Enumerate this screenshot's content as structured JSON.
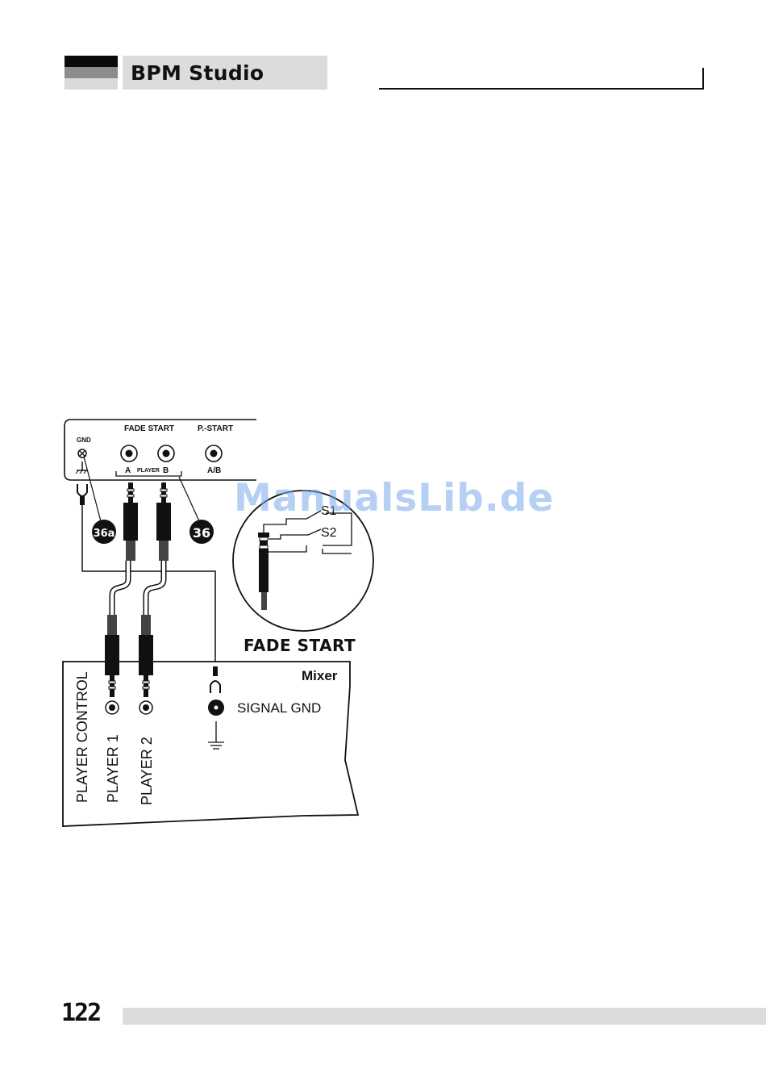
{
  "header": {
    "title": "BPM Studio"
  },
  "diagram": {
    "device_panel": {
      "gnd_label": "GND",
      "fade_start_label": "FADE START",
      "p_start_label": "P.-START",
      "jack_a_label": "A",
      "player_label": "PLAYER",
      "jack_b_label": "B",
      "ab_label": "A/B"
    },
    "callouts": {
      "callout_36a": "36a",
      "callout_36": "36"
    },
    "detail": {
      "switch_1": "S1",
      "switch_2": "S2",
      "caption": "FADE START"
    },
    "mixer": {
      "title": "Mixer",
      "player_control": "PLAYER CONTROL",
      "player_1": "PLAYER 1",
      "player_2": "PLAYER 2",
      "signal_gnd": "SIGNAL GND"
    }
  },
  "watermark": "ManualsLib.de",
  "footer": {
    "page_number": "122"
  }
}
